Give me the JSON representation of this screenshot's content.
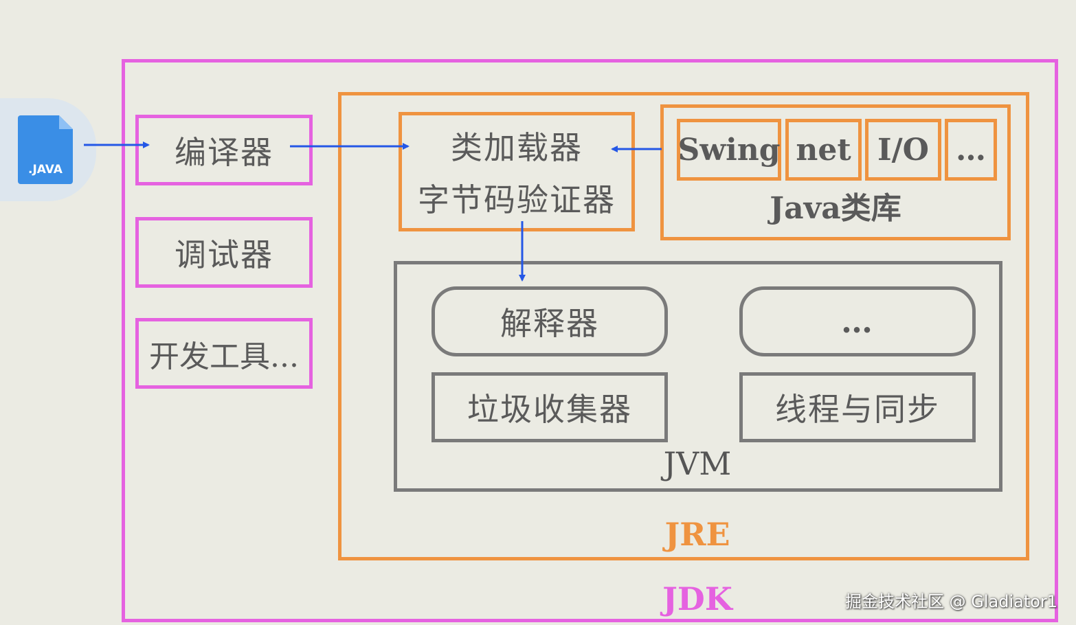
{
  "source_file": {
    "label": ".JAVA",
    "icon": "java-file-icon",
    "color": "#3a8ee6"
  },
  "jdk": {
    "label": "JDK",
    "tools": [
      "编译器",
      "调试器",
      "开发工具..."
    ]
  },
  "jre": {
    "label": "JRE",
    "loader_lines": [
      "类加载器",
      "字节码验证器"
    ],
    "library": {
      "label": "Java类库",
      "items": [
        "Swing",
        "net",
        "I/O",
        "…"
      ]
    }
  },
  "jvm": {
    "label": "JVM",
    "components": [
      "解释器",
      "…",
      "垃圾收集器",
      "线程与同步"
    ]
  },
  "watermark": "掘金技术社区 @ Gladiator1",
  "colors": {
    "jdk": "#e562e0",
    "jre": "#ef9340",
    "jvm": "#7a7a7a",
    "arrow": "#2457e6",
    "background": "#ebebe3"
  }
}
